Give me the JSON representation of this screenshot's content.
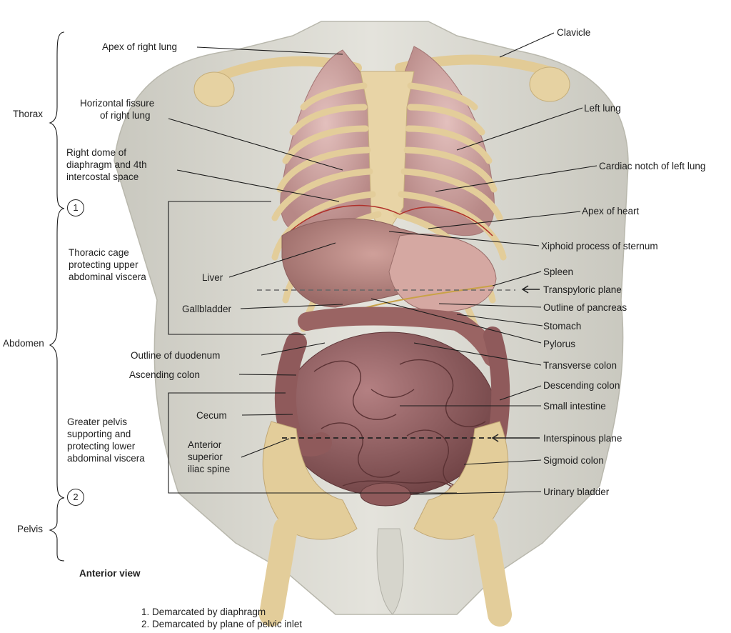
{
  "colors": {
    "skin": "#d9d8d0",
    "bone": "#e6d2a2",
    "lung": "#c79b9a",
    "intestine": "#8e5a5c",
    "liver": "#b07e7b",
    "line": "#1a1a1a"
  },
  "regions": {
    "thorax": "Thorax",
    "abdomen": "Abdomen",
    "pelvis": "Pelvis",
    "marker_1": "1",
    "marker_2": "2"
  },
  "labels_left": {
    "apex_right_lung": "Apex of right lung",
    "horizontal_fissure": [
      "Horizontal fissure",
      "of right lung"
    ],
    "right_dome": [
      "Right dome of",
      "diaphragm and 4th",
      "intercostal space"
    ],
    "thoracic_cage": [
      "Thoracic cage",
      "protecting upper",
      "abdominal viscera"
    ],
    "liver": "Liver",
    "gallbladder": "Gallbladder",
    "outline_duodenum": "Outline of duodenum",
    "ascending_colon": "Ascending colon",
    "greater_pelvis": [
      "Greater pelvis",
      "supporting and",
      "protecting lower",
      "abdominal viscera"
    ],
    "cecum": "Cecum",
    "anterior_spine": [
      "Anterior",
      "superior",
      "iliac spine"
    ]
  },
  "labels_right": {
    "clavicle": "Clavicle",
    "left_lung": "Left lung",
    "cardiac_notch": "Cardiac notch of left lung",
    "apex_heart": "Apex of heart",
    "xiphoid": "Xiphoid process of sternum",
    "spleen": "Spleen",
    "transpyloric": "Transpyloric plane",
    "outline_pancreas": "Outline of pancreas",
    "stomach": "Stomach",
    "pylorus": "Pylorus",
    "transverse_colon": "Transverse colon",
    "descending_colon": "Descending colon",
    "small_intestine": "Small intestine",
    "interspinous": "Interspinous plane",
    "sigmoid_colon": "Sigmoid colon",
    "urinary_bladder": "Urinary bladder"
  },
  "view_title": "Anterior view",
  "footnotes": [
    "1. Demarcated by diaphragm",
    "2. Demarcated by plane of pelvic inlet"
  ]
}
